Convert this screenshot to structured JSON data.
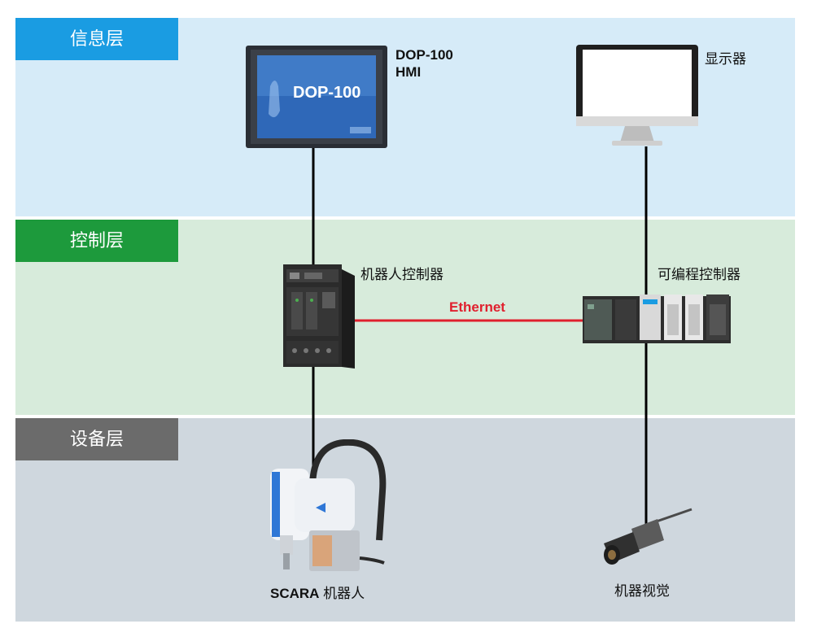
{
  "layers": {
    "info": "信息层",
    "control": "控制层",
    "device": "设备层"
  },
  "devices": {
    "hmi": {
      "line1": "DOP-100",
      "line2": "HMI",
      "screen_text": "DOP-100"
    },
    "monitor": {
      "label": "显示器"
    },
    "robot_controller": {
      "label": "机器人控制器"
    },
    "plc": {
      "label": "可编程控制器"
    },
    "scara": {
      "bold": "SCARA",
      "rest": " 机器人"
    },
    "vision": {
      "label": "机器视觉"
    }
  },
  "links": {
    "ethernet": "Ethernet"
  },
  "colors": {
    "info_band": "#d6ebf8",
    "control_band": "#d7ebdb",
    "device_band": "#cfd7de",
    "info_tag": "#1a9ce2",
    "control_tag": "#1d9a3c",
    "device_tag": "#6b6b6b",
    "ethernet": "#e0202e"
  }
}
